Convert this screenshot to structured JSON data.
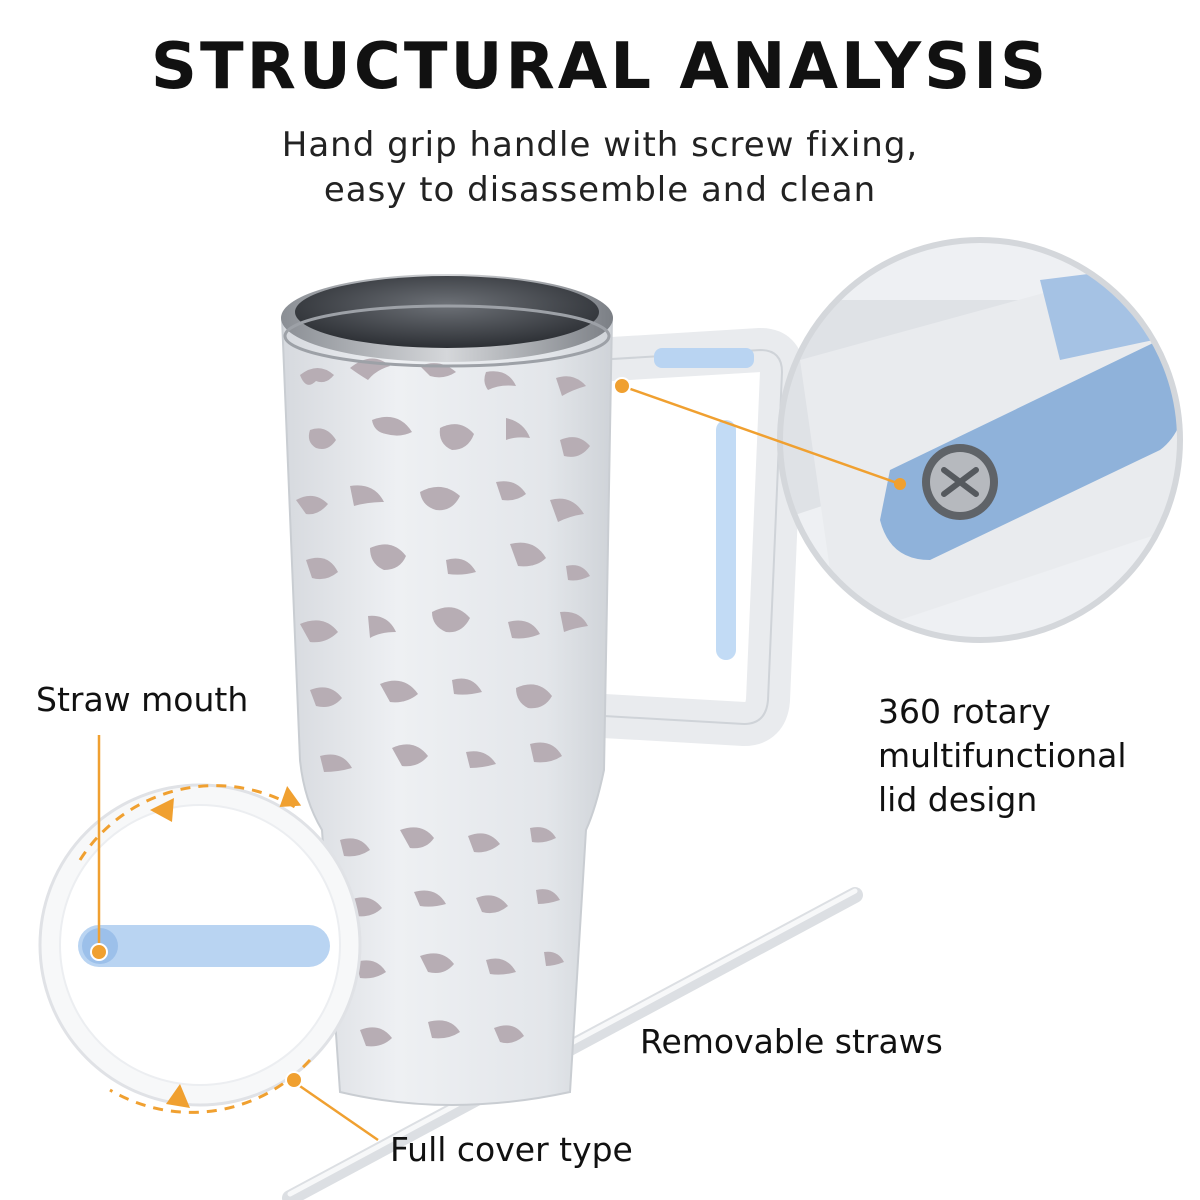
{
  "heading": {
    "title": "STRUCTURAL ANALYSIS",
    "subtitle_line1": "Hand grip handle with screw fixing,",
    "subtitle_line2": "easy to disassemble and clean"
  },
  "callouts": {
    "straw_mouth": "Straw mouth",
    "rotary_line1": "360 rotary",
    "rotary_line2": "multifunctional",
    "rotary_line3": "lid design",
    "removable_straws": "Removable straws",
    "full_cover": "Full cover type"
  },
  "colors": {
    "accent_orange": "#f0a030",
    "tumbler_body": "#e6e8ec",
    "leopard_spot": "#b7adb4",
    "handle_accent": "#b9d4f2",
    "steel": "#7d8188"
  }
}
